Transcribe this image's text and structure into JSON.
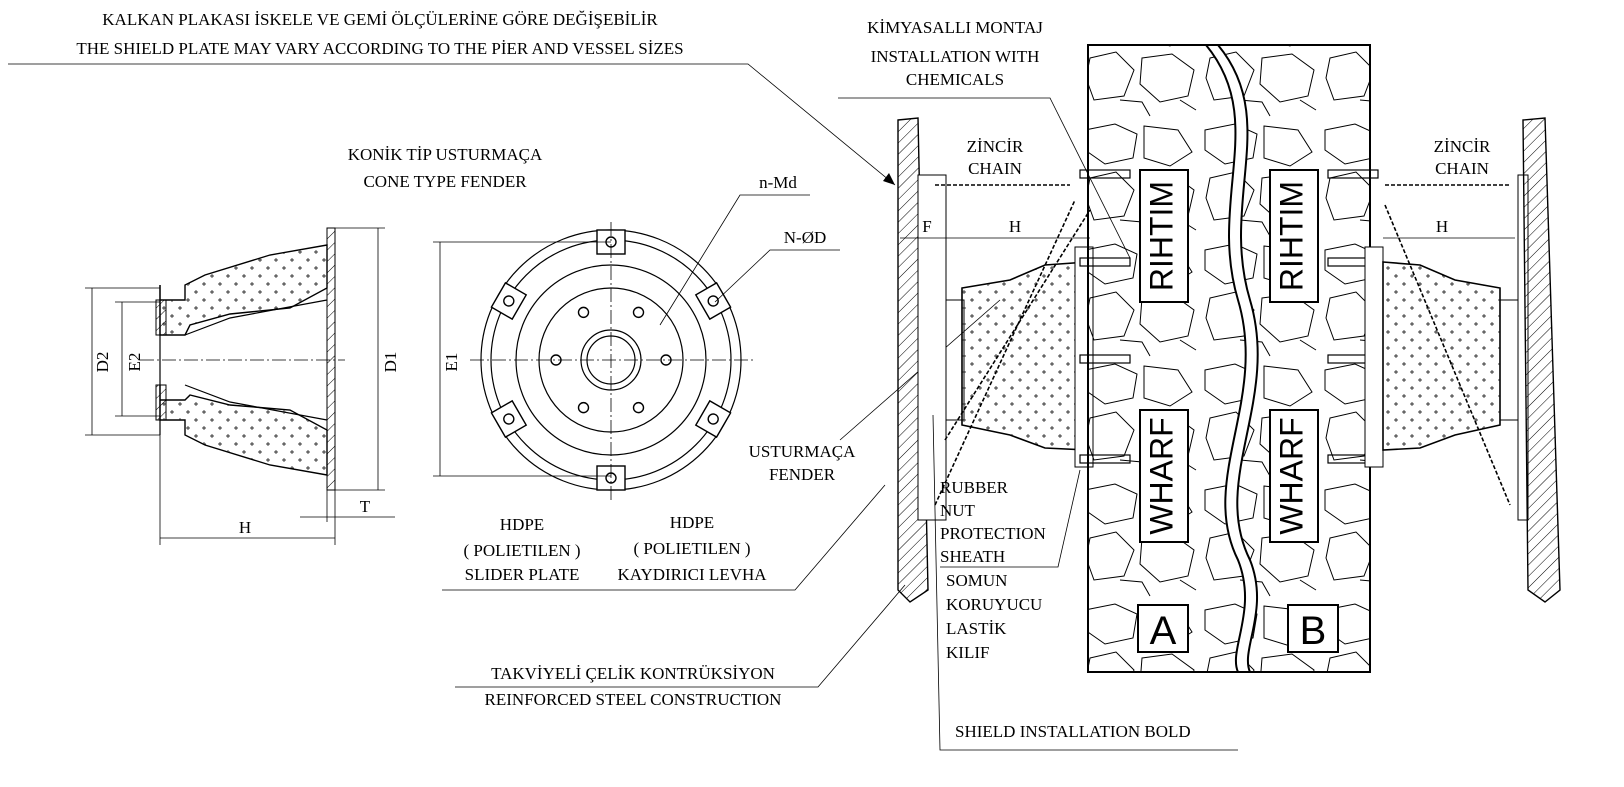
{
  "notes": {
    "shield_plate_tr": "KALKAN PLAKASI İSKELE VE GEMİ ÖLÇÜLERİNE GÖRE DEĞİŞEBİLİR",
    "shield_plate_en": "THE SHIELD PLATE MAY VARY ACCORDING TO THE PİER AND VESSEL SİZES",
    "chemical_tr": "KİMYASALLI MONTAJ",
    "chemical_en1": "INSTALLATION WITH",
    "chemical_en2": "CHEMICALS",
    "cone_tr": "KONİK TİP USTURMAÇA",
    "cone_en": "CONE TYPE FENDER",
    "chain_tr": "ZİNCİR",
    "chain_en": "CHAIN",
    "fender_tr": "USTURMAÇA",
    "fender_en": "FENDER",
    "hdpe1_a": "HDPE",
    "hdpe1_b": "( POLIETILEN )",
    "hdpe1_c": "SLIDER PLATE",
    "hdpe2_a": "HDPE",
    "hdpe2_b": "( POLIETILEN )",
    "hdpe2_c": "KAYDIRICI LEVHA",
    "rubber1": "RUBBER",
    "rubber2": "NUT",
    "rubber3": "PROTECTION",
    "rubber4": "SHEATH",
    "somun1": "SOMUN",
    "somun2": "KORUYUCU",
    "somun3": "LASTİK",
    "somun4": "KILIF",
    "steel_tr": "TAKVİYELİ ÇELİK KONTRÜKSİYON",
    "steel_en": "REINFORCED STEEL CONSTRUCTION",
    "bolt": "SHIELD INSTALLATION BOLD"
  },
  "dimensions": {
    "D2": "D2",
    "E2": "E2",
    "D1": "D1",
    "E1": "E1",
    "H": "H",
    "T": "T",
    "nMd": "n-Md",
    "NOD": "N-ØD",
    "F": "F"
  },
  "wharf": {
    "rihtim": "RIHTIM",
    "wharf": "WHARF",
    "label_a": "A",
    "label_b": "B"
  }
}
